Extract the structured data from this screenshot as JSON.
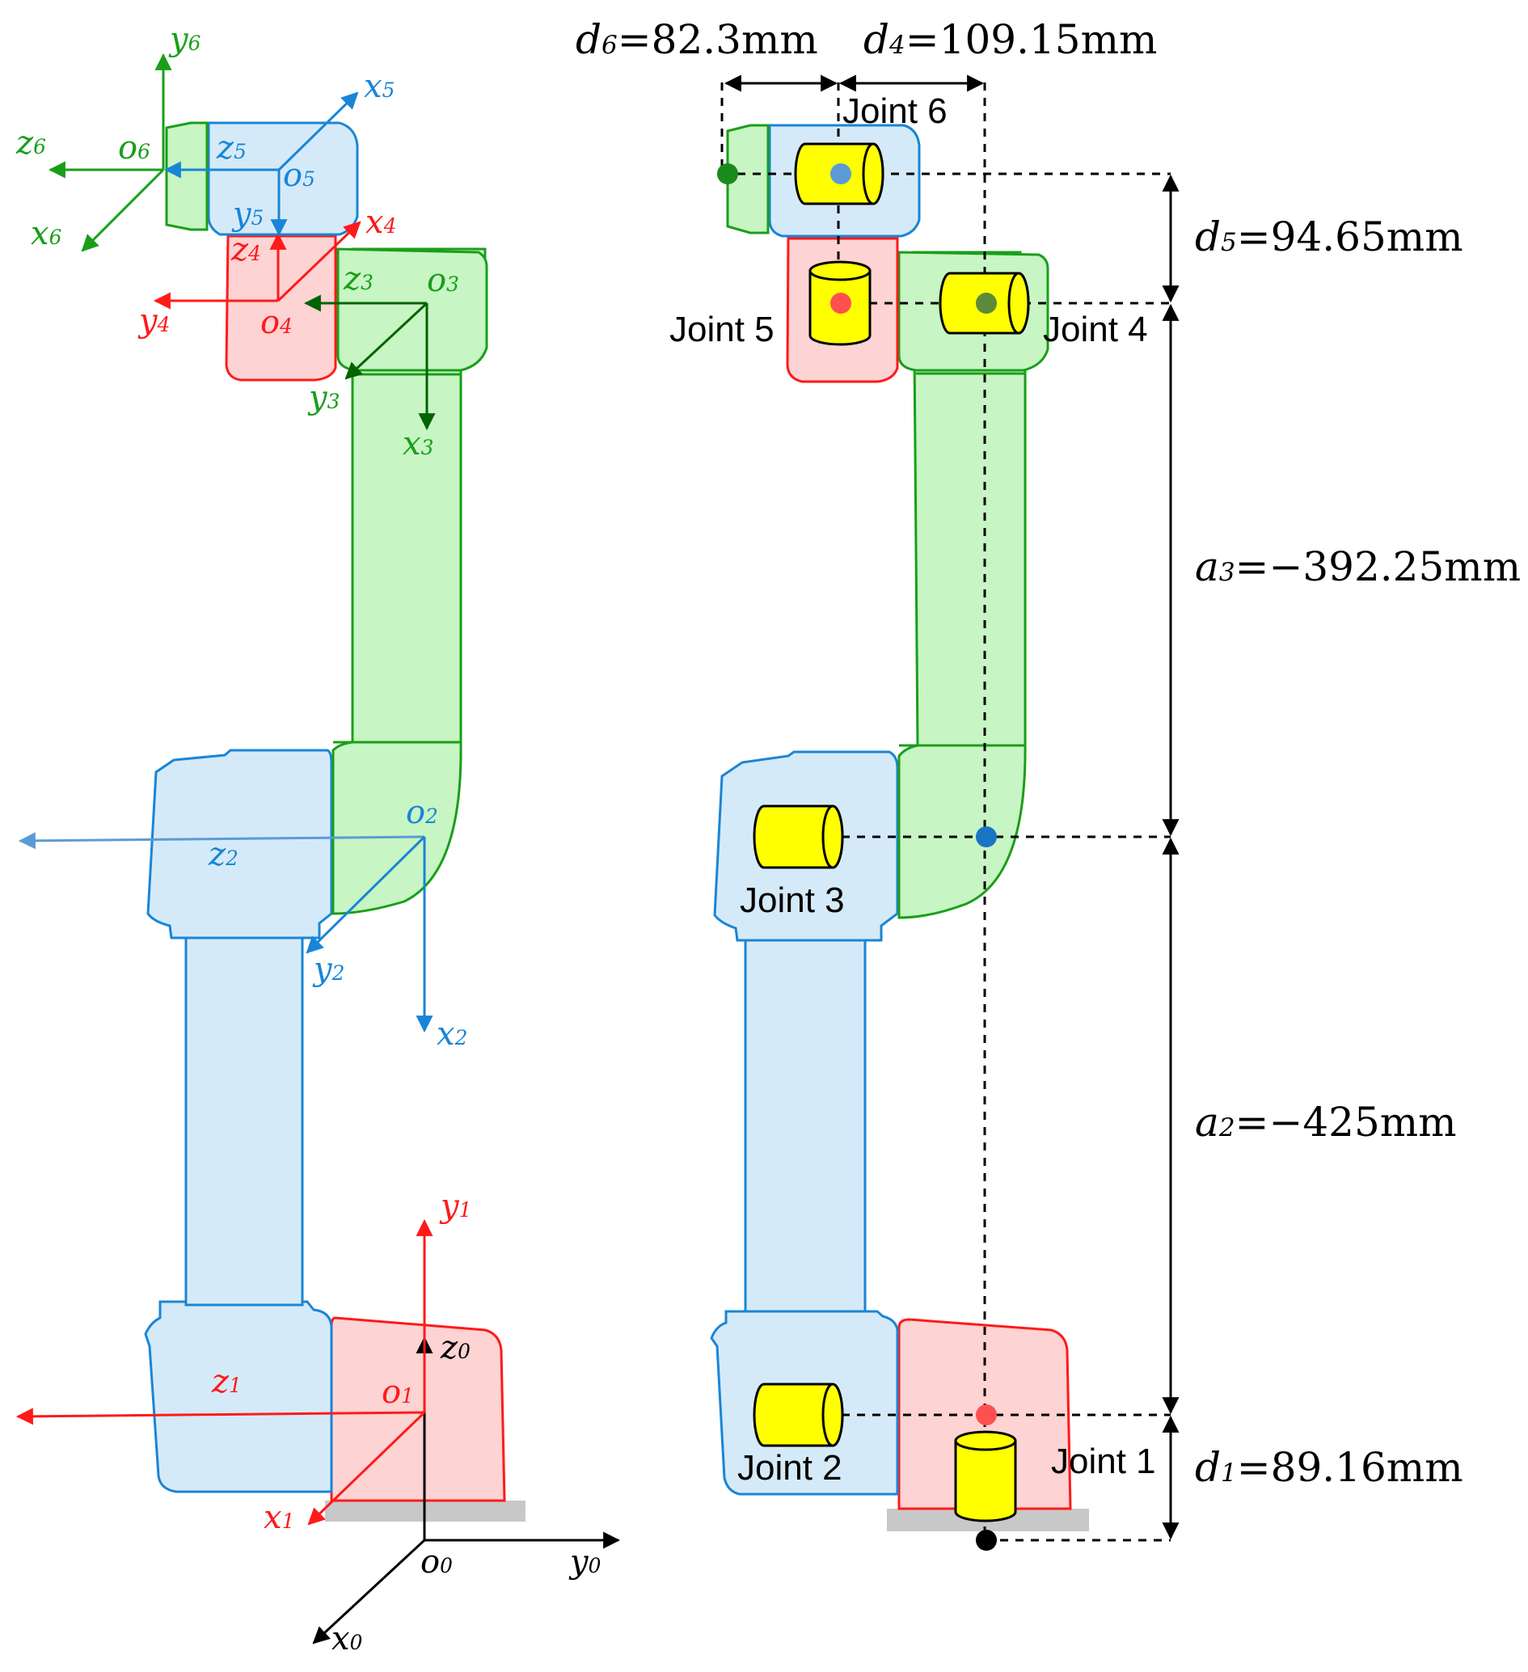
{
  "colors": {
    "red": "#ff1a1a",
    "red_fill": "#fdd3d3",
    "blue": "#1a85d6",
    "blue_light": "#5b9bd5",
    "blue_fill": "#d5eaf8",
    "green": "#1a9e1a",
    "dark_green": "#006400",
    "green_fill": "#c7f5c4",
    "yellow": "#ffff00",
    "base_gray": "#c8c8c8",
    "black": "#000000"
  },
  "frames": {
    "x0": {
      "sym": "x",
      "sub": "0"
    },
    "y0": {
      "sym": "y",
      "sub": "0"
    },
    "z0": {
      "sym": "z",
      "sub": "0"
    },
    "o0": {
      "sym": "o",
      "sub": "0"
    },
    "x1": {
      "sym": "x",
      "sub": "1"
    },
    "y1": {
      "sym": "y",
      "sub": "1"
    },
    "z1": {
      "sym": "z",
      "sub": "1"
    },
    "o1": {
      "sym": "o",
      "sub": "1"
    },
    "x2": {
      "sym": "x",
      "sub": "2"
    },
    "y2": {
      "sym": "y",
      "sub": "2"
    },
    "z2": {
      "sym": "z",
      "sub": "2"
    },
    "o2": {
      "sym": "o",
      "sub": "2"
    },
    "x3": {
      "sym": "x",
      "sub": "3"
    },
    "y3": {
      "sym": "y",
      "sub": "3"
    },
    "z3": {
      "sym": "z",
      "sub": "3"
    },
    "o3": {
      "sym": "o",
      "sub": "3"
    },
    "x4": {
      "sym": "x",
      "sub": "4"
    },
    "y4": {
      "sym": "y",
      "sub": "4"
    },
    "z4": {
      "sym": "z",
      "sub": "4"
    },
    "o4": {
      "sym": "o",
      "sub": "4"
    },
    "x5": {
      "sym": "x",
      "sub": "5"
    },
    "y5": {
      "sym": "y",
      "sub": "5"
    },
    "z5": {
      "sym": "z",
      "sub": "5"
    },
    "o5": {
      "sym": "o",
      "sub": "5"
    },
    "x6": {
      "sym": "x",
      "sub": "6"
    },
    "y6": {
      "sym": "y",
      "sub": "6"
    },
    "z6": {
      "sym": "z",
      "sub": "6"
    },
    "o6": {
      "sym": "o",
      "sub": "6"
    }
  },
  "dimensions": {
    "d6": {
      "sym": "d",
      "sub": "6",
      "value": "=82.3mm"
    },
    "d4": {
      "sym": "d",
      "sub": "4",
      "value": "=109.15mm"
    },
    "d5": {
      "sym": "d",
      "sub": "5",
      "value": "=94.65mm"
    },
    "a3": {
      "sym": "a",
      "sub": "3",
      "value": "=−392.25mm"
    },
    "a2": {
      "sym": "a",
      "sub": "2",
      "value": "=−425mm"
    },
    "d1": {
      "sym": "d",
      "sub": "1",
      "value": "=89.16mm"
    }
  },
  "joints": {
    "j1": "Joint 1",
    "j2": "Joint 2",
    "j3": "Joint  3",
    "j4": "Joint 4",
    "j5": "Joint 5",
    "j6": "Joint 6"
  }
}
